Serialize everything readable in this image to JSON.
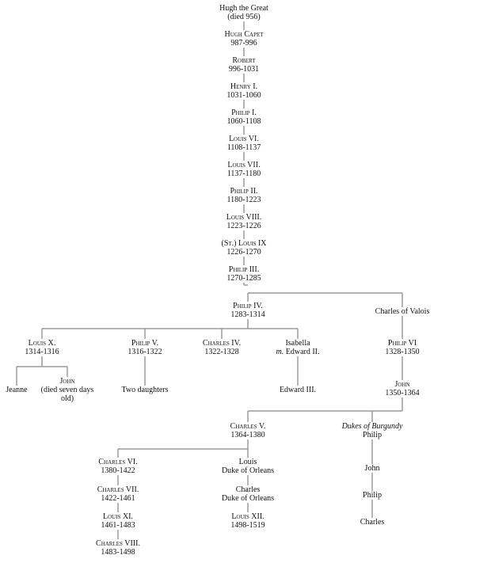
{
  "title": "Capetian and Valois royal family tree",
  "nodes": [
    {
      "id": "hugh-the-great",
      "lines": [
        {
          "t": "Hugh the Great"
        },
        {
          "t": "(died 956)"
        }
      ]
    },
    {
      "id": "hugh-capet",
      "lines": [
        {
          "t": "Hugh Capet",
          "sc": true
        },
        {
          "t": "987-996"
        }
      ]
    },
    {
      "id": "robert",
      "lines": [
        {
          "t": "Robert",
          "sc": true
        },
        {
          "t": "996-1031"
        }
      ]
    },
    {
      "id": "henry-i",
      "lines": [
        {
          "t": "Henry I.",
          "sc": true
        },
        {
          "t": "1031-1060"
        }
      ]
    },
    {
      "id": "philip-i",
      "lines": [
        {
          "t": "Philip I.",
          "sc": true
        },
        {
          "t": "1060-1108"
        }
      ]
    },
    {
      "id": "louis-vi",
      "lines": [
        {
          "t": "Louis VI.",
          "sc": true
        },
        {
          "t": "1108-1137"
        }
      ]
    },
    {
      "id": "louis-vii",
      "lines": [
        {
          "t": "Louis VII.",
          "sc": true
        },
        {
          "t": "1137-1180"
        }
      ]
    },
    {
      "id": "philip-ii",
      "lines": [
        {
          "t": "Philip II.",
          "sc": true
        },
        {
          "t": "1180-1223"
        }
      ]
    },
    {
      "id": "louis-viii",
      "lines": [
        {
          "t": "Louis VIII.",
          "sc": true
        },
        {
          "t": "1223-1226"
        }
      ]
    },
    {
      "id": "st-louis-ix",
      "lines": [
        {
          "t": "(St.) Louis IX",
          "sc": true
        },
        {
          "t": "1226-1270"
        }
      ]
    },
    {
      "id": "philip-iii",
      "lines": [
        {
          "t": "Philip III.",
          "sc": true
        },
        {
          "t": "1270-1285"
        }
      ]
    },
    {
      "id": "philip-iv",
      "lines": [
        {
          "t": "Philip IV.",
          "sc": true
        },
        {
          "t": "1283-1314"
        }
      ]
    },
    {
      "id": "charles-of-valois",
      "lines": [
        {
          "t": "Charles of Valois"
        }
      ]
    },
    {
      "id": "louis-x",
      "lines": [
        {
          "t": "Louis X.",
          "sc": true
        },
        {
          "t": "1314-1316"
        }
      ]
    },
    {
      "id": "philip-v",
      "lines": [
        {
          "t": "Philip V.",
          "sc": true
        },
        {
          "t": "1316-1322"
        }
      ]
    },
    {
      "id": "charles-iv",
      "lines": [
        {
          "t": "Charles IV.",
          "sc": true
        },
        {
          "t": "1322-1328"
        }
      ]
    },
    {
      "id": "isabella",
      "lines": [
        {
          "t": "Isabella"
        },
        {
          "pre": "m.",
          "t": " Edward II."
        }
      ]
    },
    {
      "id": "philip-vi",
      "lines": [
        {
          "t": "Philip VI",
          "sc": true
        },
        {
          "t": "1328-1350"
        }
      ]
    },
    {
      "id": "jeanne",
      "lines": [
        {
          "t": "Jeanne"
        }
      ]
    },
    {
      "id": "john-infant",
      "lines": [
        {
          "t": "John",
          "sc": true
        },
        {
          "t": "(died seven days"
        },
        {
          "t": "old)"
        }
      ]
    },
    {
      "id": "two-daughters",
      "lines": [
        {
          "t": "Two daughters"
        }
      ]
    },
    {
      "id": "edward-iii",
      "lines": [
        {
          "t": "Edward III."
        }
      ]
    },
    {
      "id": "john-king",
      "lines": [
        {
          "t": "John",
          "sc": true
        },
        {
          "t": "1350-1364"
        }
      ]
    },
    {
      "id": "charles-v",
      "lines": [
        {
          "t": "Charles V.",
          "sc": true
        },
        {
          "t": "1364-1380"
        }
      ]
    },
    {
      "id": "philip-burgundy",
      "lines": [
        {
          "t": "Dukes of Burgundy",
          "it": true
        },
        {
          "t": "Philip"
        }
      ]
    },
    {
      "id": "charles-vi",
      "lines": [
        {
          "t": "Charles VI.",
          "sc": true
        },
        {
          "t": "1380-1422"
        }
      ]
    },
    {
      "id": "charles-vii",
      "lines": [
        {
          "t": "Charles VII.",
          "sc": true
        },
        {
          "t": "1422-1461"
        }
      ]
    },
    {
      "id": "louis-xi",
      "lines": [
        {
          "t": "Louis XI.",
          "sc": true
        },
        {
          "t": "1461-1483"
        }
      ]
    },
    {
      "id": "charles-viii",
      "lines": [
        {
          "t": "Charles VIII.",
          "sc": true
        },
        {
          "t": "1483-1498"
        }
      ]
    },
    {
      "id": "louis-orleans",
      "lines": [
        {
          "t": "Louis"
        },
        {
          "t": "Duke of Orleans"
        }
      ]
    },
    {
      "id": "charles-orleans",
      "lines": [
        {
          "t": "Charles"
        },
        {
          "t": "Duke of Orleans"
        }
      ]
    },
    {
      "id": "louis-xii",
      "lines": [
        {
          "t": "Louis XII.",
          "sc": true
        },
        {
          "t": "1498-1519"
        }
      ]
    },
    {
      "id": "john-burgundy",
      "lines": [
        {
          "t": "John"
        }
      ]
    },
    {
      "id": "philip-burgundy-2",
      "lines": [
        {
          "t": "Philip"
        }
      ]
    },
    {
      "id": "charles-burgundy",
      "lines": [
        {
          "t": "Charles"
        }
      ]
    }
  ],
  "colors": {
    "line": "#9a9a9a",
    "text": "#111111"
  }
}
